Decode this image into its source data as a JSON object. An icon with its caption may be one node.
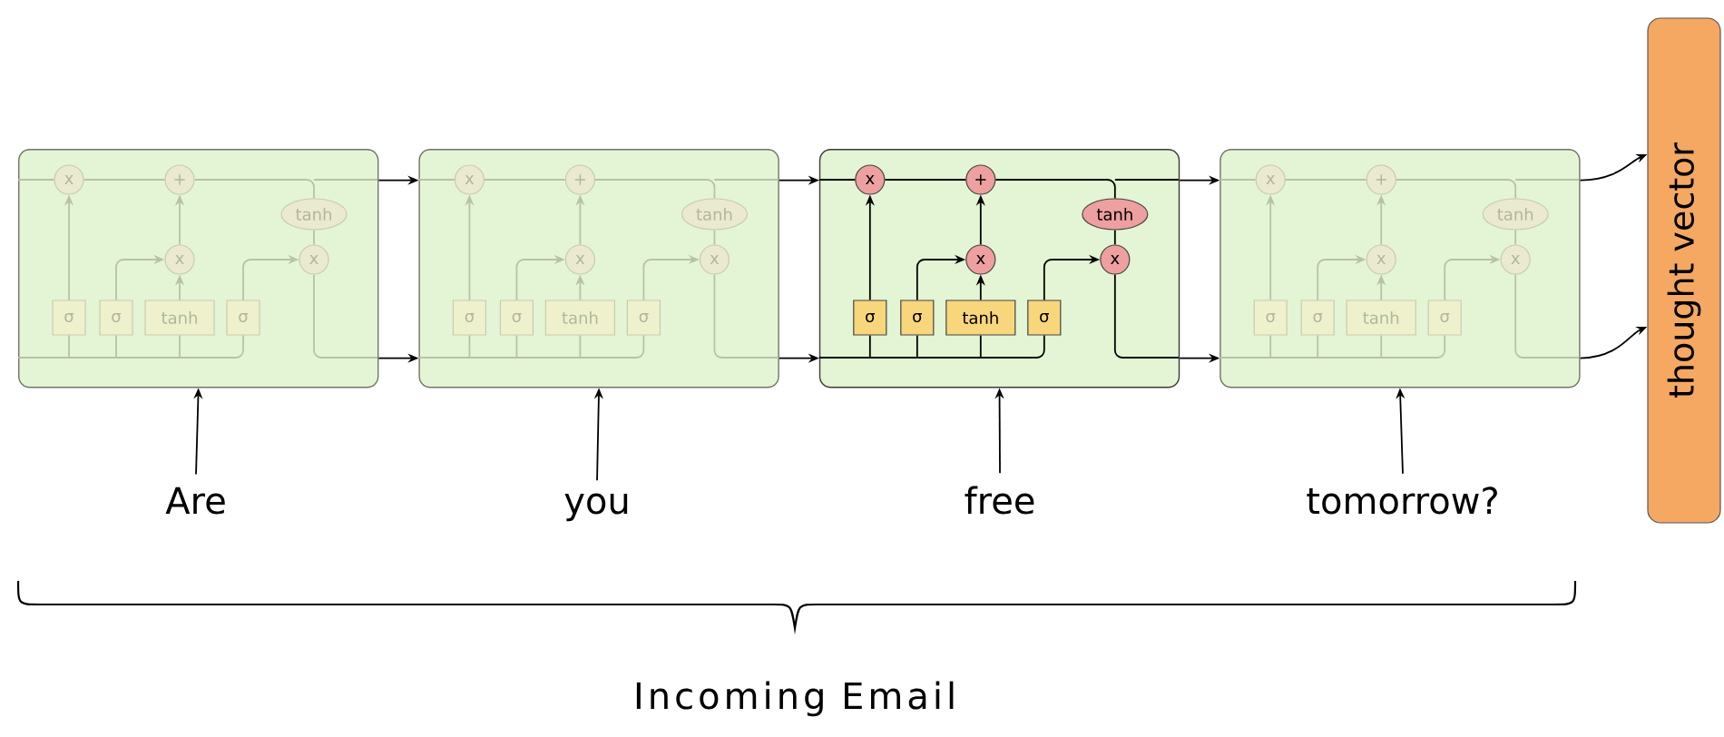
{
  "diagram": {
    "nodes": [
      {
        "text": [],
        "shape": "box"
      },
      {
        "text": [
          "x"
        ],
        "in": 0
      },
      {
        "text": [
          "+"
        ],
        "in": 0
      },
      {
        "text": [
          "tanh"
        ],
        "in": 0
      },
      {
        "text": [
          "x"
        ],
        "in": 0
      },
      {
        "text": [
          "x"
        ],
        "in": 0
      },
      {
        "text": [
          "σ"
        ],
        "in": 0
      },
      {
        "text": [
          "σ"
        ],
        "in": 0
      },
      {
        "text": [
          "tanh"
        ],
        "in": 0
      },
      {
        "text": [
          "σ"
        ],
        "in": 0
      },
      {
        "text": [],
        "shape": "box"
      },
      {
        "text": [
          "x"
        ],
        "in": 10
      },
      {
        "text": [
          "+"
        ],
        "in": 10
      },
      {
        "text": [
          "tanh"
        ],
        "in": 10
      },
      {
        "text": [
          "x"
        ],
        "in": 10
      },
      {
        "text": [
          "x"
        ],
        "in": 10
      },
      {
        "text": [
          "σ"
        ],
        "in": 10
      },
      {
        "text": [
          "σ"
        ],
        "in": 10
      },
      {
        "text": [
          "tanh"
        ],
        "in": 10
      },
      {
        "text": [
          "σ"
        ],
        "in": 10
      },
      {
        "text": [],
        "shape": "box"
      },
      {
        "text": [
          "x"
        ],
        "in": 20
      },
      {
        "text": [
          "+"
        ],
        "in": 20
      },
      {
        "text": [
          "tanh"
        ],
        "in": 20
      },
      {
        "text": [
          "x"
        ],
        "in": 20
      },
      {
        "text": [
          "x"
        ],
        "in": 20
      },
      {
        "text": [
          "σ"
        ],
        "in": 20
      },
      {
        "text": [
          "σ"
        ],
        "in": 20
      },
      {
        "text": [
          "tanh"
        ],
        "in": 20
      },
      {
        "text": [
          "σ"
        ],
        "in": 20
      },
      {
        "text": [],
        "shape": "box"
      },
      {
        "text": [
          "x"
        ],
        "in": 30
      },
      {
        "text": [
          "+"
        ],
        "in": 30
      },
      {
        "text": [
          "tanh"
        ],
        "in": 30
      },
      {
        "text": [
          "x"
        ],
        "in": 30
      },
      {
        "text": [
          "x"
        ],
        "in": 30
      },
      {
        "text": [
          "σ"
        ],
        "in": 30
      },
      {
        "text": [
          "σ"
        ],
        "in": 30
      },
      {
        "text": [
          "tanh"
        ],
        "in": 30
      },
      {
        "text": [
          "σ"
        ],
        "in": 30
      },
      {
        "text": [
          "thought vector"
        ]
      },
      {
        "text": [
          "Are"
        ]
      },
      {
        "text": [
          "you"
        ]
      },
      {
        "text": [
          "free"
        ]
      },
      {
        "text": [
          "tomorrow?"
        ]
      }
    ],
    "edges": [
      {
        "from": 6,
        "to": 1,
        "arrow": "to",
        "color": "#b8c2a6"
      },
      {
        "from": 7,
        "to": 4,
        "arrow": "to",
        "color": "#b8c2a6"
      },
      {
        "from": 8,
        "to": 4,
        "arrow": "to",
        "color": "#b8c2a6"
      },
      {
        "from": 4,
        "to": 2,
        "arrow": "to",
        "color": "#b8c2a6"
      },
      {
        "from": 1,
        "to": 2,
        "arrow": "none",
        "color": "#b8c2a6"
      },
      {
        "from": 2,
        "to": 3,
        "arrow": "none",
        "color": "#b8c2a6"
      },
      {
        "from": 3,
        "to": 5,
        "arrow": "none",
        "color": "#b8c2a6"
      },
      {
        "from": 9,
        "to": 5,
        "arrow": "to",
        "color": "#b8c2a6"
      },
      {
        "from": 16,
        "to": 11,
        "arrow": "to",
        "color": "#b8c2a6"
      },
      {
        "from": 17,
        "to": 14,
        "arrow": "to",
        "color": "#b8c2a6"
      },
      {
        "from": 18,
        "to": 14,
        "arrow": "to",
        "color": "#b8c2a6"
      },
      {
        "from": 14,
        "to": 12,
        "arrow": "to",
        "color": "#b8c2a6"
      },
      {
        "from": 11,
        "to": 12,
        "arrow": "none",
        "color": "#b8c2a6"
      },
      {
        "from": 12,
        "to": 13,
        "arrow": "none",
        "color": "#b8c2a6"
      },
      {
        "from": 13,
        "to": 15,
        "arrow": "none",
        "color": "#b8c2a6"
      },
      {
        "from": 19,
        "to": 15,
        "arrow": "to",
        "color": "#b8c2a6"
      },
      {
        "from": 26,
        "to": 21,
        "arrow": "to",
        "color": "#000000"
      },
      {
        "from": 27,
        "to": 24,
        "arrow": "to",
        "color": "#000000"
      },
      {
        "from": 28,
        "to": 24,
        "arrow": "to",
        "color": "#000000"
      },
      {
        "from": 24,
        "to": 22,
        "arrow": "to",
        "color": "#000000"
      },
      {
        "from": 21,
        "to": 22,
        "arrow": "none",
        "color": "#000000"
      },
      {
        "from": 22,
        "to": 23,
        "arrow": "none",
        "color": "#000000"
      },
      {
        "from": 23,
        "to": 25,
        "arrow": "none",
        "color": "#000000"
      },
      {
        "from": 29,
        "to": 25,
        "arrow": "to",
        "color": "#000000"
      },
      {
        "from": 36,
        "to": 31,
        "arrow": "to",
        "color": "#b8c2a6"
      },
      {
        "from": 37,
        "to": 34,
        "arrow": "to",
        "color": "#b8c2a6"
      },
      {
        "from": 38,
        "to": 34,
        "arrow": "to",
        "color": "#b8c2a6"
      },
      {
        "from": 34,
        "to": 32,
        "arrow": "to",
        "color": "#b8c2a6"
      },
      {
        "from": 31,
        "to": 32,
        "arrow": "none",
        "color": "#b8c2a6"
      },
      {
        "from": 32,
        "to": 33,
        "arrow": "none",
        "color": "#b8c2a6"
      },
      {
        "from": 33,
        "to": 35,
        "arrow": "none",
        "color": "#b8c2a6"
      },
      {
        "from": 39,
        "to": 35,
        "arrow": "to",
        "color": "#b8c2a6"
      },
      {
        "from": 0,
        "to": 10,
        "arrow": "to",
        "color": "#000000"
      },
      {
        "from": 0,
        "to": 10,
        "arrow": "to",
        "color": "#000000"
      },
      {
        "from": 10,
        "to": 20,
        "arrow": "to",
        "color": "#000000"
      },
      {
        "from": 10,
        "to": 20,
        "arrow": "to",
        "color": "#000000"
      },
      {
        "from": 20,
        "to": 30,
        "arrow": "to",
        "color": "#000000"
      },
      {
        "from": 20,
        "to": 30,
        "arrow": "to",
        "color": "#000000"
      },
      {
        "from": 30,
        "to": 40,
        "arrow": "to",
        "color": "#000000"
      },
      {
        "from": 30,
        "to": 40,
        "arrow": "to",
        "color": "#000000"
      },
      {
        "from": 41,
        "to": 0,
        "arrow": "to",
        "color": "#000000"
      },
      {
        "from": 42,
        "to": 10,
        "arrow": "to",
        "color": "#000000"
      },
      {
        "from": 43,
        "to": 20,
        "arrow": "to",
        "color": "#000000"
      },
      {
        "from": 44,
        "to": 30,
        "arrow": "to",
        "color": "#000000"
      }
    ],
    "labels": [
      "Incoming Email"
    ]
  }
}
